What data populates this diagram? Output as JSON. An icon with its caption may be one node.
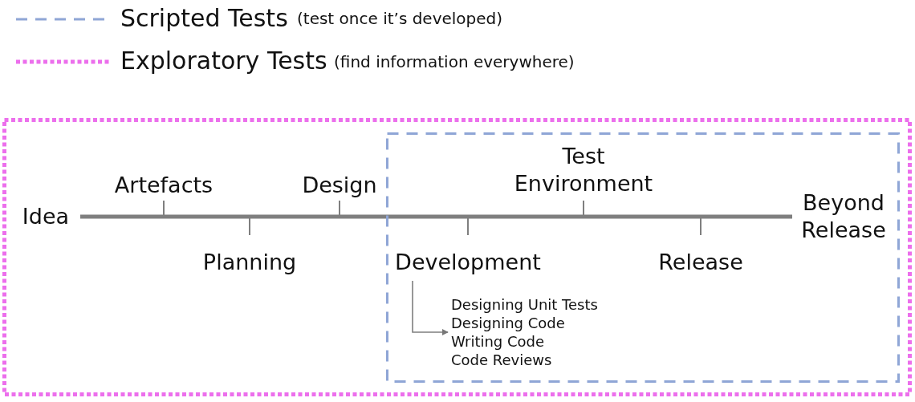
{
  "diagram": {
    "nodes": [
      {
        "text": [],
        "shape": "box"
      },
      {
        "text": [],
        "shape": "box",
        "in": 0
      },
      {
        "text": [
          "Idea"
        ],
        "in": 0
      },
      {
        "text": [
          "Artefacts"
        ],
        "in": 0
      },
      {
        "text": [
          "Planning"
        ],
        "in": 0
      },
      {
        "text": [
          "Design"
        ],
        "in": 0
      },
      {
        "text": [
          "Development"
        ],
        "in": 1
      },
      {
        "text": [
          "Test Environment"
        ],
        "in": 1
      },
      {
        "text": [
          "Release"
        ],
        "in": 1
      },
      {
        "text": [
          "Beyond Release"
        ],
        "in": 1
      },
      {
        "text": [
          "Designing Unit Tests",
          "Designing Code",
          "Writing Code",
          "Code Reviews"
        ],
        "in": 1
      }
    ],
    "edges": [
      {
        "from": 2,
        "to": 9,
        "arrow": "none",
        "style": "thick"
      },
      {
        "from": 6,
        "to": 10,
        "arrow": "to"
      },
      {
        "from": null,
        "to": 3,
        "arrow": "none"
      },
      {
        "from": null,
        "to": 4,
        "arrow": "none"
      },
      {
        "from": null,
        "to": 5,
        "arrow": "none"
      },
      {
        "from": null,
        "to": 6,
        "arrow": "none"
      },
      {
        "from": null,
        "to": 7,
        "arrow": "none"
      },
      {
        "from": null,
        "to": 8,
        "arrow": "none"
      }
    ],
    "labels": [
      "(test once it’s developed)",
      "(find information everywhere)"
    ],
    "legend": [
      {
        "text": "Scripted Tests"
      },
      {
        "text": "Exploratory Tests"
      }
    ]
  }
}
